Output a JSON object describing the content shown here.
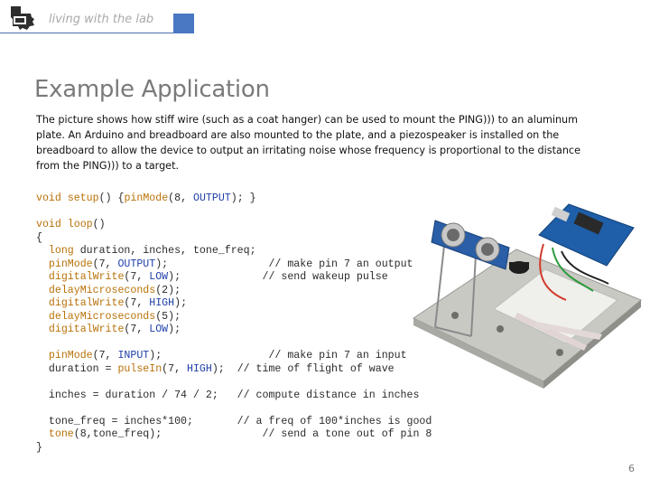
{
  "header": {
    "subtitle": "living with the lab"
  },
  "slide": {
    "title": "Example Application",
    "body": "The picture shows how stiff wire (such as a coat hanger) can be used to mount the PING))) to an aluminum plate. An Arduino and breadboard are also mounted to the plate, and a piezospeaker is installed on the breadboard to allow the device to output an irritating noise whose frequency is proportional to the distance from the PING))) to a target.",
    "page_number": "6"
  },
  "code": {
    "setup_kw": "void",
    "setup_fn": "setup",
    "setup_rest_a": "() {",
    "setup_pinmode": "pinMode",
    "setup_rest_b": "(8, ",
    "setup_const": "OUTPUT",
    "setup_rest_c": "); }",
    "loop_kw": "void",
    "loop_fn": "loop",
    "loop_paren": "()",
    "open_brace": "{",
    "decl_kw": "long",
    "decl_rest": " duration, inches, tone_freq;",
    "l1_fn": "pinMode",
    "l1_a": "(7, ",
    "l1_const": "OUTPUT",
    "l1_b": ");",
    "l1_comment": "// make pin 7 an output",
    "l2_fn": "digitalWrite",
    "l2_a": "(7, ",
    "l2_const": "LOW",
    "l2_b": ");",
    "l2_comment": "// send wakeup pulse",
    "l3_fn": "delayMicroseconds",
    "l3_a": "(2);",
    "l4_fn": "digitalWrite",
    "l4_a": "(7, ",
    "l4_const": "HIGH",
    "l4_b": ");",
    "l5_fn": "delayMicroseconds",
    "l5_a": "(5);",
    "l6_fn": "digitalWrite",
    "l6_a": "(7, ",
    "l6_const": "LOW",
    "l6_b": ");",
    "l7_fn": "pinMode",
    "l7_a": "(7, ",
    "l7_const": "INPUT",
    "l7_b": ");",
    "l7_comment": "// make pin 7 an input",
    "l8_a": "duration = ",
    "l8_fn": "pulseIn",
    "l8_b": "(7, ",
    "l8_const": "HIGH",
    "l8_c": ");",
    "l8_comment": "// time of flight of wave",
    "l9_a": "inches = duration / 74 / 2;",
    "l9_comment": "// compute distance in inches",
    "l10_a": "tone_freq = inches*100;",
    "l10_comment": "// a freq of 100*inches is good",
    "l11_fn": "tone",
    "l11_a": "(8,tone_freq);",
    "l11_comment": "// send a tone out of pin 8",
    "close_brace": "}"
  },
  "colors": {
    "header_accent": "#4a78c3",
    "keyword": "#b87208",
    "constant": "#1f3fa8"
  }
}
